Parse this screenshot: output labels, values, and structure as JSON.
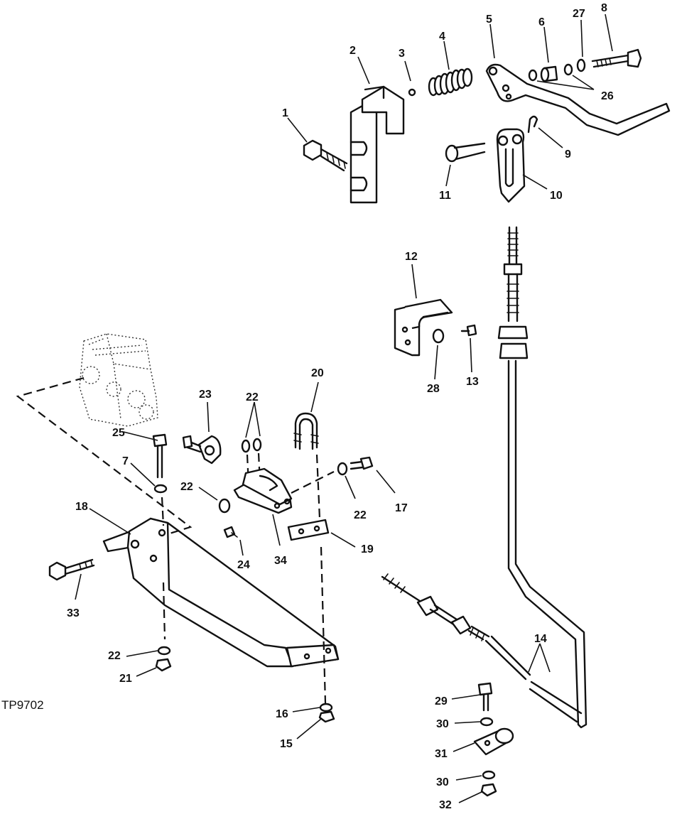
{
  "figure_code": "TP9702",
  "callouts": {
    "c1": "1",
    "c2": "2",
    "c3": "3",
    "c4": "4",
    "c5": "5",
    "c6": "6",
    "c7": "7",
    "c8": "8",
    "c9": "9",
    "c10": "10",
    "c11": "11",
    "c12": "12",
    "c13": "13",
    "c14": "14",
    "c15": "15",
    "c16": "16",
    "c17": "17",
    "c18": "18",
    "c19": "19",
    "c20": "20",
    "c21": "21",
    "c22": "22",
    "c23": "23",
    "c24": "24",
    "c25": "25",
    "c26": "26",
    "c27": "27",
    "c28": "28",
    "c29": "29",
    "c30": "30",
    "c31": "31",
    "c32": "32",
    "c33": "33",
    "c34": "34"
  }
}
